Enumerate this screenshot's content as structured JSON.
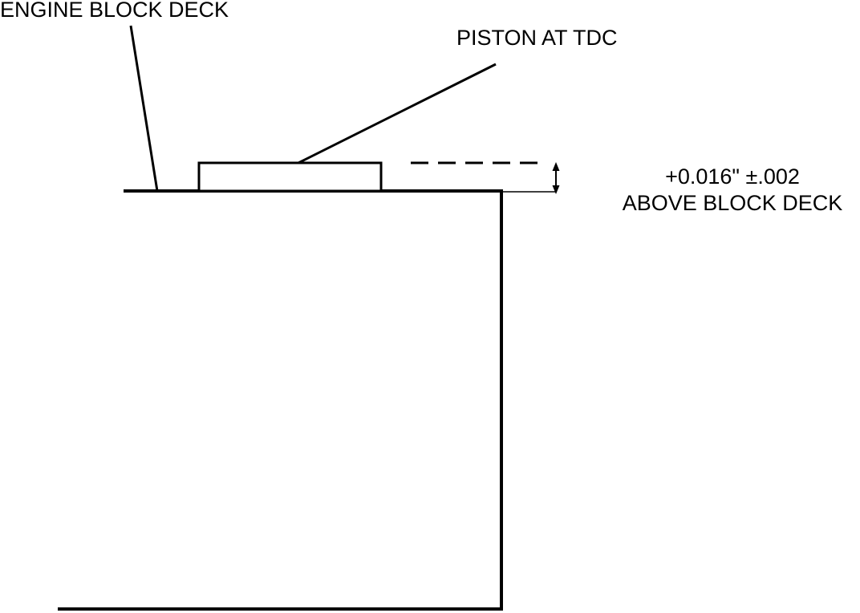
{
  "labels": {
    "engine_block_deck": "ENGINE BLOCK DECK",
    "piston_at_tdc": "PISTON AT TDC",
    "measurement_value": "+0.016\" ±.002",
    "measurement_caption": "ABOVE BLOCK DECK"
  },
  "colors": {
    "line": "#000000",
    "background": "#ffffff"
  }
}
